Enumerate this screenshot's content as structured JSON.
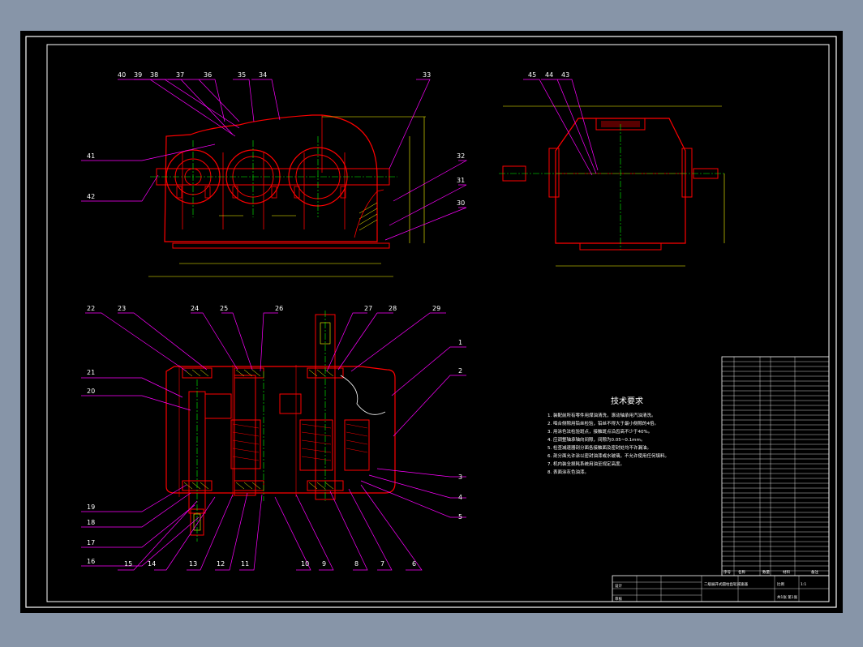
{
  "colors": {
    "window_bg": "#8795a8",
    "paper": "#000000",
    "frame": "#ffffff",
    "part_outline": "#ff0000",
    "leader": "#ff00ff",
    "center_line": "#00ff00",
    "dimension": "#ffff00",
    "hatch": "#ffff00",
    "text": "#ffffff"
  },
  "top_view": {
    "callouts_top": [
      "40",
      "39",
      "38",
      "37",
      "36",
      "35",
      "34",
      "33"
    ],
    "callouts_left": [
      "41",
      "42"
    ],
    "callouts_right": [
      "32",
      "31",
      "30"
    ]
  },
  "side_view": {
    "callouts_top": [
      "45",
      "44",
      "43"
    ]
  },
  "section_view": {
    "callouts_top": [
      "22",
      "23",
      "24",
      "25",
      "26",
      "27",
      "28",
      "29"
    ],
    "callouts_left": [
      "21",
      "20",
      "19",
      "18",
      "17",
      "16"
    ],
    "callouts_bottom": [
      "15",
      "14",
      "13",
      "12",
      "11",
      "10",
      "9",
      "8",
      "7",
      "6"
    ],
    "callouts_right": [
      "1",
      "2",
      "3",
      "4",
      "5"
    ]
  },
  "tech_requirements": {
    "title": "技术要求",
    "lines": [
      "1. 装配前所有零件用煤油清洗，滚动轴承用汽油清洗。",
      "2. 啮合侧隙用铅丝检验，铅丝不得大于最小侧隙的4倍。",
      "3. 用涂色法检验斑点，接触斑点沿齿高不少于40%。",
      "4. 应调整轴承轴向间隙，间隙为0.05~0.1mm。",
      "5. 检查减速器剖分面各接触面及密封处均不许漏油。",
      "6. 剖分面允许涂以密封油漆或水玻璃，不允许使用任何填料。",
      "7. 机内装全损耗系统用油至规定高度。",
      "8. 表面涂灰色油漆。"
    ]
  },
  "title_block": {
    "drawing_name": "二级展开式圆柱齿轮减速器",
    "scale_label": "比例",
    "scale": "1:1",
    "sheet": "共1张 第1张",
    "designer_label": "设计",
    "checker_label": "审核",
    "material_label": "材料",
    "quantity_label": "数量",
    "remark_label": "备注",
    "seq_label": "序号",
    "name_label": "名称"
  }
}
